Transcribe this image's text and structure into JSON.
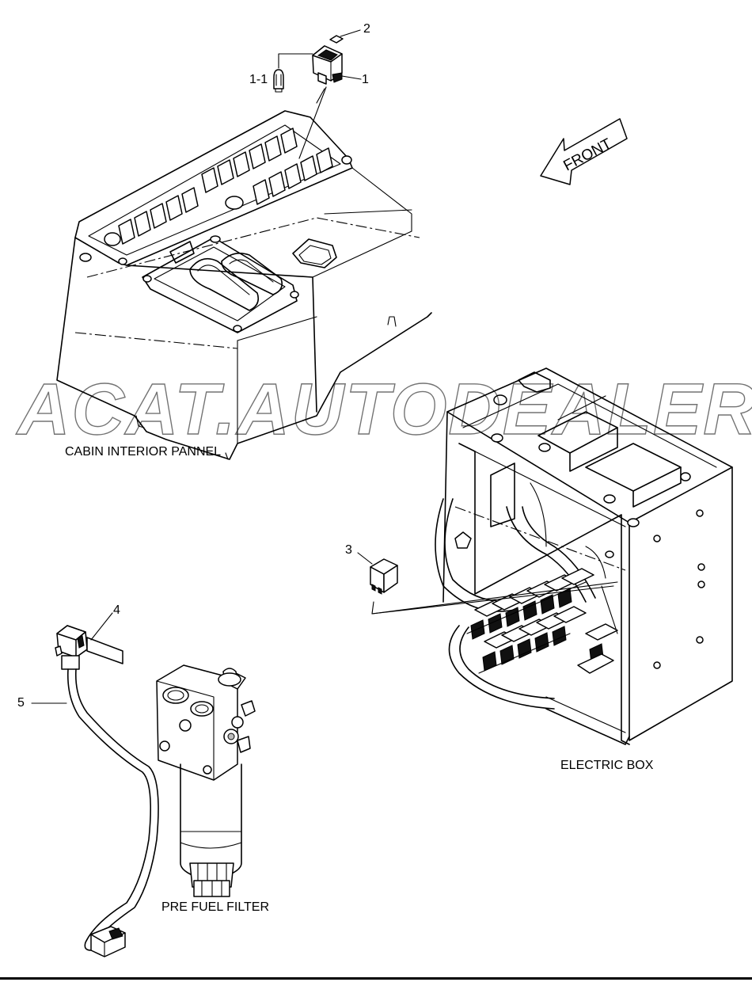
{
  "labels": {
    "cabin": "CABIN INTERIOR PANNEL",
    "electric_box": "ELECTRIC BOX",
    "pre_fuel_filter": "PRE FUEL FILTER",
    "front": "FRONT"
  },
  "callouts": {
    "c1": "1",
    "c1_1": "1-1",
    "c2": "2",
    "c3": "3",
    "c4": "4",
    "c5": "5"
  },
  "watermark": "ACAT.AUTODEALER.RU",
  "colors": {
    "line": "#000000",
    "background": "#ffffff"
  }
}
